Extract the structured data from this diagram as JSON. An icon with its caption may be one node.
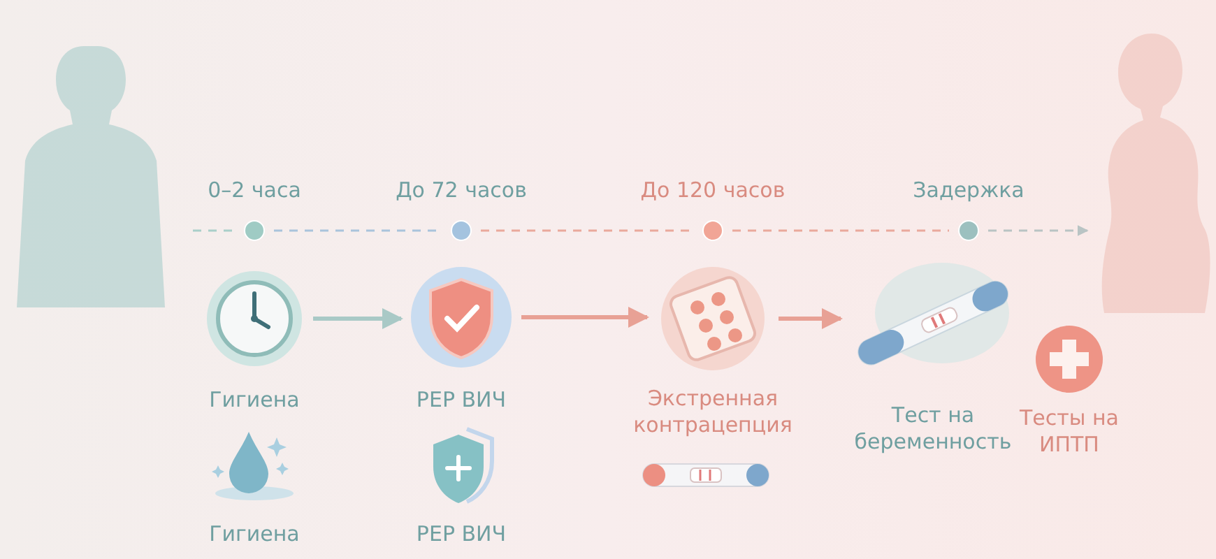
{
  "diagram": {
    "nodes": [
      {
        "text": [],
        "shape": "person"
      },
      {
        "text": [
          "0–2 часа"
        ]
      },
      {
        "text": [
          "До 72 часов"
        ]
      },
      {
        "text": [
          "До 120 часов"
        ]
      },
      {
        "text": [
          "Задержка"
        ]
      },
      {
        "text": [],
        "shape": "person"
      },
      {
        "text": [
          "Гигиена"
        ]
      },
      {
        "text": [
          "PEP ВИЧ"
        ]
      },
      {
        "text": [
          "Экстренная контрацепция"
        ]
      },
      {
        "text": [
          "Тест на беременность"
        ]
      },
      {
        "text": [
          "Тесты на ИПТП"
        ]
      },
      {
        "text": [
          "Гигиена"
        ]
      },
      {
        "text": [
          "PEP ВИЧ"
        ]
      },
      {
        "text": [],
        "shape": "picture"
      }
    ],
    "edges": [
      {
        "from": null,
        "to": 1,
        "arrow": "none",
        "style": "dashed",
        "color": "#a9cfca"
      },
      {
        "from": 1,
        "to": 2,
        "arrow": "none",
        "style": "dashed",
        "color": "#a9c4dc"
      },
      {
        "from": 2,
        "to": 3,
        "arrow": "none",
        "style": "dashed",
        "color": "#eaa99c"
      },
      {
        "from": 3,
        "to": 4,
        "arrow": "none",
        "style": "dashed",
        "color": "#eaa99c"
      },
      {
        "from": 4,
        "to": 5,
        "arrow": "to",
        "style": "dashed",
        "color": "#b9c4c4"
      },
      {
        "from": 6,
        "to": 7,
        "arrow": "to",
        "color": "#a9c9c6"
      },
      {
        "from": 7,
        "to": 8,
        "arrow": "to",
        "color": "#e8a195"
      },
      {
        "from": 8,
        "to": 9,
        "arrow": "to",
        "color": "#e8a195"
      }
    ]
  }
}
